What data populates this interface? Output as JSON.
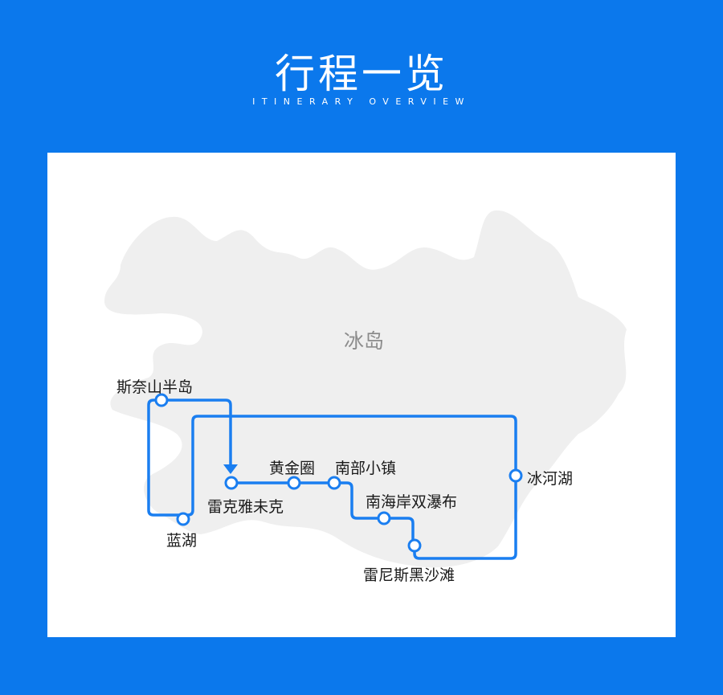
{
  "header": {
    "title": "行程一览",
    "subtitle": "ITINERARY OVERVIEW"
  },
  "map": {
    "country_label": "冰岛",
    "route_color": "#1a7ef0",
    "land_color": "#efefef",
    "stops": [
      {
        "name": "斯奈山半岛"
      },
      {
        "name": "雷克雅未克"
      },
      {
        "name": "黄金圈"
      },
      {
        "name": "南部小镇"
      },
      {
        "name": "南海岸双瀑布"
      },
      {
        "name": "雷尼斯黑沙滩"
      },
      {
        "name": "冰河湖"
      },
      {
        "name": "蓝湖"
      }
    ]
  }
}
